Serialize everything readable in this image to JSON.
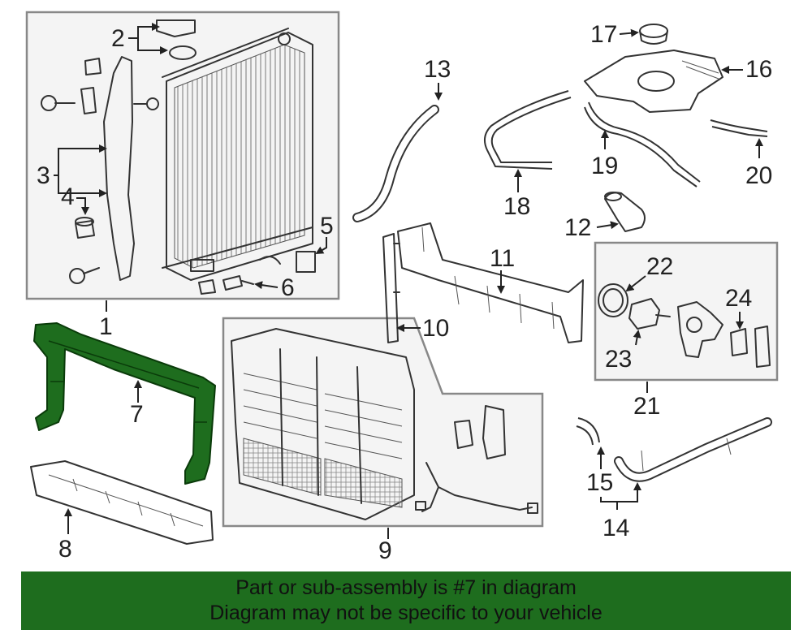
{
  "colors": {
    "highlight": "#1e6d1e",
    "banner": "#1e6d1e",
    "box_fill": "#f4f4f4",
    "line": "#333333"
  },
  "callouts": {
    "c1": "1",
    "c2": "2",
    "c3": "3",
    "c4": "4",
    "c5": "5",
    "c6": "6",
    "c7": "7",
    "c8": "8",
    "c9": "9",
    "c10": "10",
    "c11": "11",
    "c12": "12",
    "c13": "13",
    "c14": "14",
    "c15": "15",
    "c16": "16",
    "c17": "17",
    "c18": "18",
    "c19": "19",
    "c20": "20",
    "c21": "21",
    "c22": "22",
    "c23": "23",
    "c24": "24"
  },
  "banner": {
    "line1": "Part or sub-assembly is #7 in diagram",
    "line2": "Diagram may not be specific to your vehicle"
  }
}
